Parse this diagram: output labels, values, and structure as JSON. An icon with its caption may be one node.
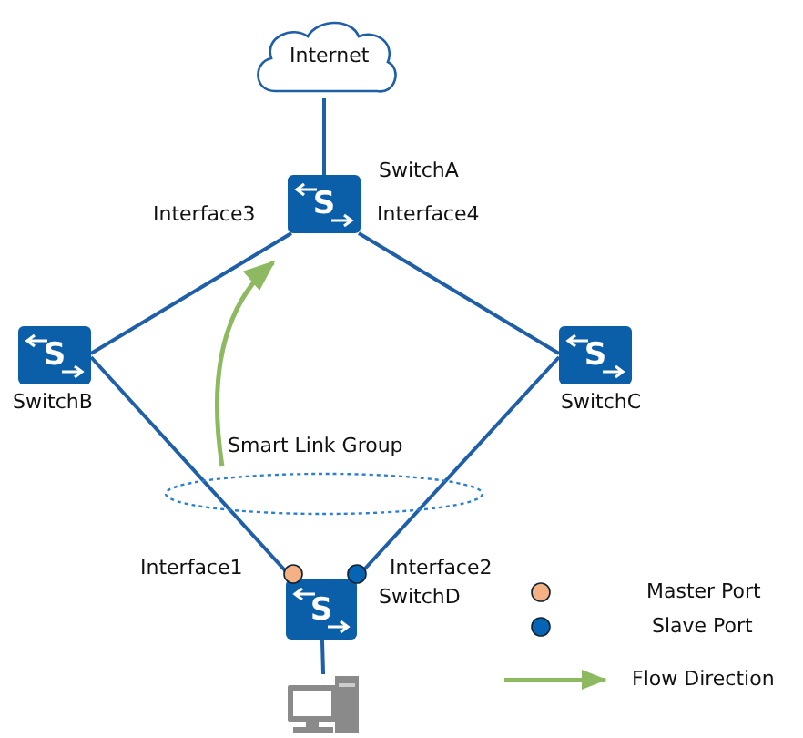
{
  "diagram": {
    "nodes": [
      {
        "text": [
          "Internet"
        ]
      },
      {
        "text": [
          "S",
          "SwitchA"
        ],
        "beside": [
          "Interface3",
          "Interface4"
        ]
      },
      {
        "text": [
          "S",
          "SwitchB"
        ]
      },
      {
        "text": [
          "S",
          "SwitchC"
        ]
      },
      {
        "text": [
          "S",
          "SwitchD"
        ],
        "beside": [
          "Interface1",
          "Interface2"
        ]
      },
      {
        "text": [],
        "shape": "picture"
      }
    ],
    "edges": [
      {
        "from": 0,
        "to": 1,
        "arrow": "none"
      },
      {
        "from": 1,
        "to": 2,
        "arrow": "none"
      },
      {
        "from": 1,
        "to": 3,
        "arrow": "none"
      },
      {
        "from": 2,
        "to": 4,
        "arrow": "none"
      },
      {
        "from": 3,
        "to": 4,
        "arrow": "none"
      },
      {
        "from": 4,
        "to": 5,
        "arrow": "none"
      }
    ],
    "labels": [
      "Smart Link Group"
    ],
    "legend": [
      {
        "text": "Master Port",
        "color": "#f4b183"
      },
      {
        "text": "Slave Port",
        "color": "#0565b4"
      },
      {
        "text": "Flow Direction"
      }
    ]
  }
}
